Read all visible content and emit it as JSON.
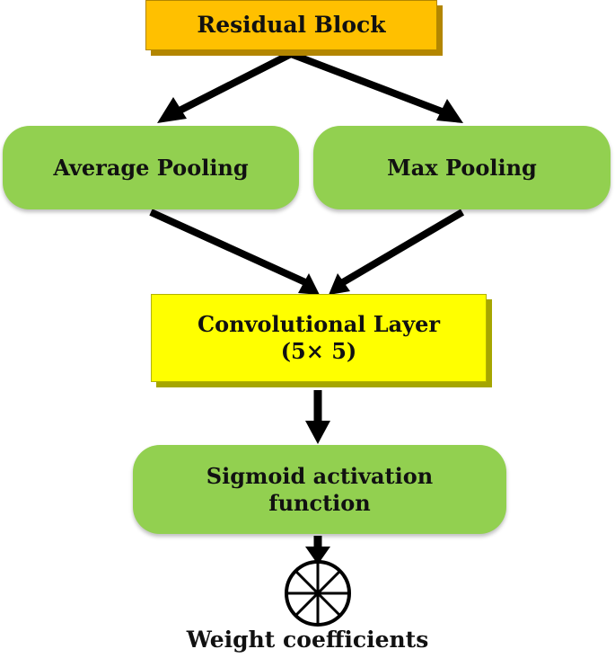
{
  "nodes": {
    "residual_block": "Residual Block",
    "average_pooling": "Average Pooling",
    "max_pooling": "Max Pooling",
    "conv_layer": {
      "line1": "Convolutional Layer",
      "line2": "(5× 5)"
    },
    "sigmoid": {
      "line1": "Sigmoid activation",
      "line2": "function"
    },
    "weights": "Weight coefficients"
  },
  "colors": {
    "residual_fill": "#ffc000",
    "pooling_fill": "#92d050",
    "conv_fill": "#ffff00",
    "sigmoid_fill": "#92d050",
    "arrow": "#000000"
  },
  "edges": [
    {
      "from": "residual_block",
      "to": "average_pooling"
    },
    {
      "from": "residual_block",
      "to": "max_pooling"
    },
    {
      "from": "average_pooling",
      "to": "conv_layer"
    },
    {
      "from": "max_pooling",
      "to": "conv_layer"
    },
    {
      "from": "conv_layer",
      "to": "sigmoid"
    },
    {
      "from": "sigmoid",
      "to": "weights"
    }
  ]
}
